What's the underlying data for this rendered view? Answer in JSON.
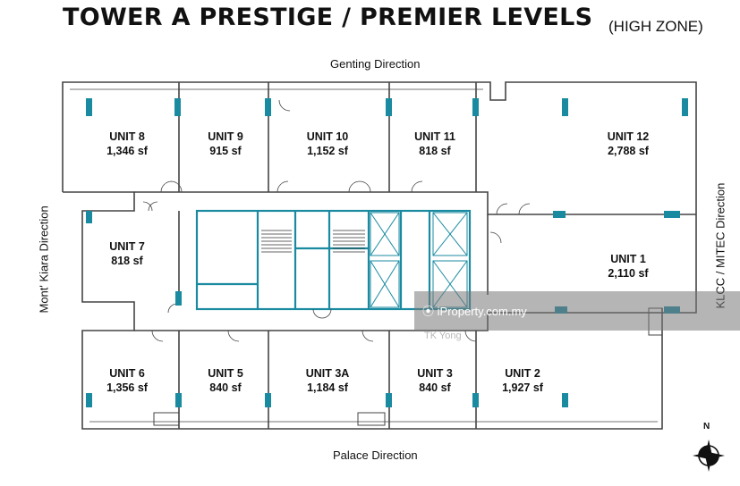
{
  "header": {
    "title": "TOWER A PRESTIGE / PREMIER LEVELS",
    "subtitle": "(HIGH ZONE)"
  },
  "directions": {
    "top": "Genting Direction",
    "bottom": "Palace Direction",
    "left": "Mont' Kiara Direction",
    "right": "KLCC / MITEC Direction"
  },
  "units": {
    "u8": {
      "name": "UNIT 8",
      "size": "1,346 sf"
    },
    "u9": {
      "name": "UNIT 9",
      "size": "915 sf"
    },
    "u10": {
      "name": "UNIT 10",
      "size": "1,152 sf"
    },
    "u11": {
      "name": "UNIT 11",
      "size": "818 sf"
    },
    "u12": {
      "name": "UNIT 12",
      "size": "2,788 sf"
    },
    "u7": {
      "name": "UNIT 7",
      "size": "818 sf"
    },
    "u1": {
      "name": "UNIT 1",
      "size": "2,110 sf"
    },
    "u6": {
      "name": "UNIT 6",
      "size": "1,356 sf"
    },
    "u5": {
      "name": "UNIT 5",
      "size": "840 sf"
    },
    "u3a": {
      "name": "UNIT 3A",
      "size": "1,184 sf"
    },
    "u3": {
      "name": "UNIT 3",
      "size": "840 sf"
    },
    "u2": {
      "name": "UNIT 2",
      "size": "1,927 sf"
    }
  },
  "watermark": {
    "brand": "iProperty.com.my",
    "agent": "TK Yong"
  },
  "compass": {
    "north": "N"
  },
  "colors": {
    "wall": "#3d3d3d",
    "core": "#1a8aa0",
    "column": "#1a8aa0",
    "watermark": "#7a7a7a"
  }
}
